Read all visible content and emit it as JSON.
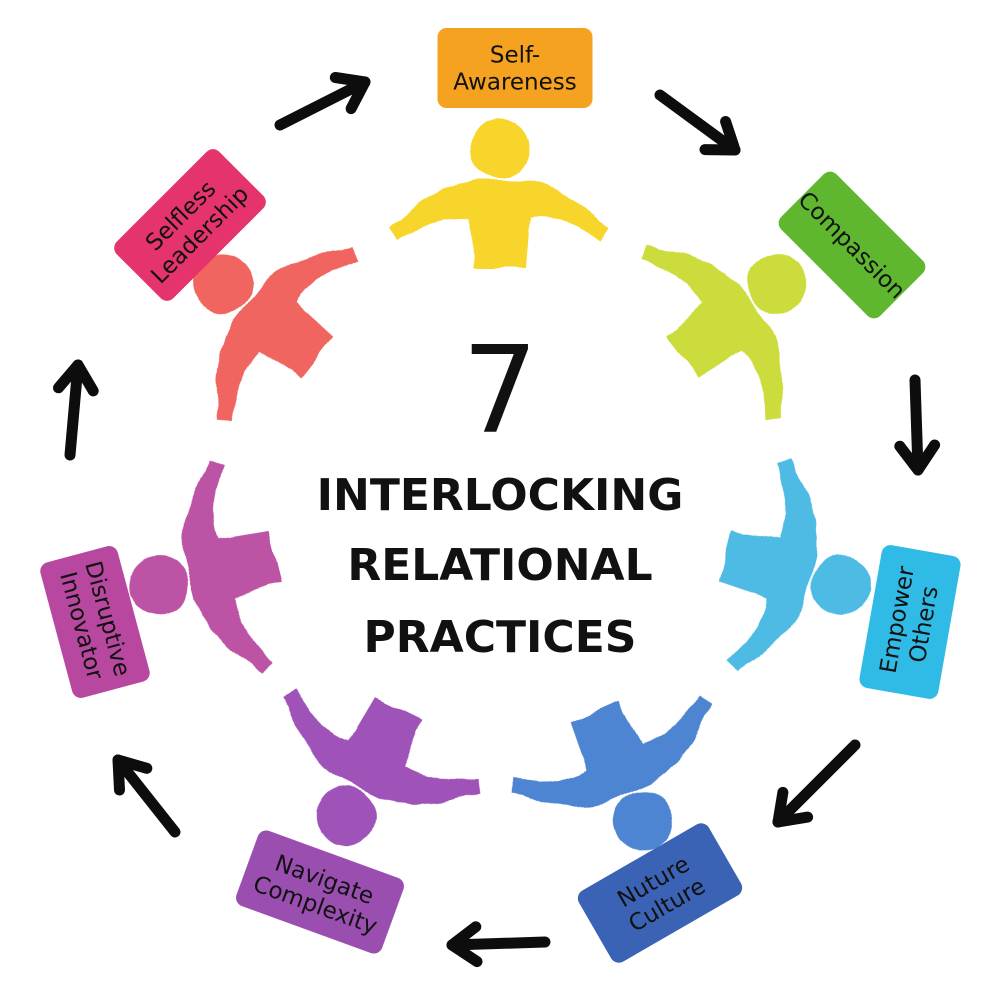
{
  "center": {
    "number": "7",
    "lines": [
      "INTERLOCKING",
      "RELATIONAL",
      "PRACTICES"
    ]
  },
  "practices": [
    {
      "lines": [
        "Self-",
        "Awareness"
      ],
      "color": "#F4A21F",
      "figure_color": "#F7D21C"
    },
    {
      "lines": [
        "Compassion"
      ],
      "color": "#5FB72F",
      "figure_color": "#C8DA2E"
    },
    {
      "lines": [
        "Empower",
        "Others"
      ],
      "color": "#2FBBE6",
      "figure_color": "#3FB6E3"
    },
    {
      "lines": [
        "Nuture",
        "Culture"
      ],
      "color": "#3B63B5",
      "figure_color": "#3F7CCF"
    },
    {
      "lines": [
        "Navigate",
        "Complexity"
      ],
      "color": "#9A4FB0",
      "figure_color": "#9847B3"
    },
    {
      "lines": [
        "Disruptive",
        "Innovator"
      ],
      "color": "#B8479F",
      "figure_color": "#B7479E"
    },
    {
      "lines": [
        "Selfless",
        "Leadership"
      ],
      "color": "#E4346B",
      "figure_color": "#EF5A52"
    }
  ]
}
